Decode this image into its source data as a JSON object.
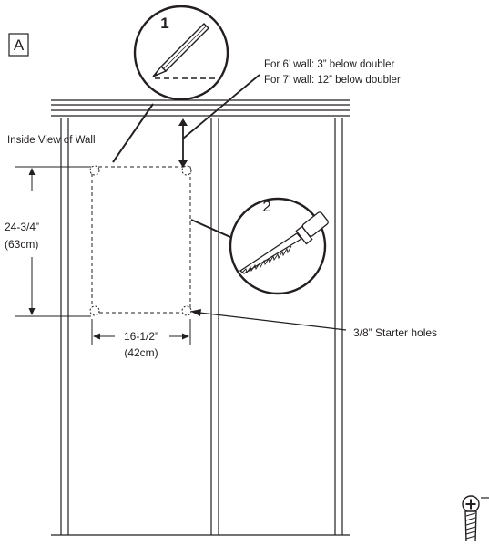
{
  "panel_label": "A",
  "callouts": {
    "pencil_step": "1",
    "saw_step": "2"
  },
  "notes": {
    "wall_6ft": "For 6’ wall: 3” below doubler",
    "wall_7ft": "For 7’ wall: 12” below doubler",
    "inside_view": "Inside View of Wall",
    "starter_holes": "3/8” Starter holes"
  },
  "dimensions": {
    "height_imperial": "24-3/4”",
    "height_metric": "(63cm)",
    "width_imperial": "16-1/2”",
    "width_metric": "(42cm)"
  },
  "icons": {
    "pencil": "pencil-icon",
    "saw": "keyhole-saw-icon",
    "screw": "screw-icon"
  },
  "colors": {
    "ink": "#231f20",
    "background": "#ffffff"
  }
}
